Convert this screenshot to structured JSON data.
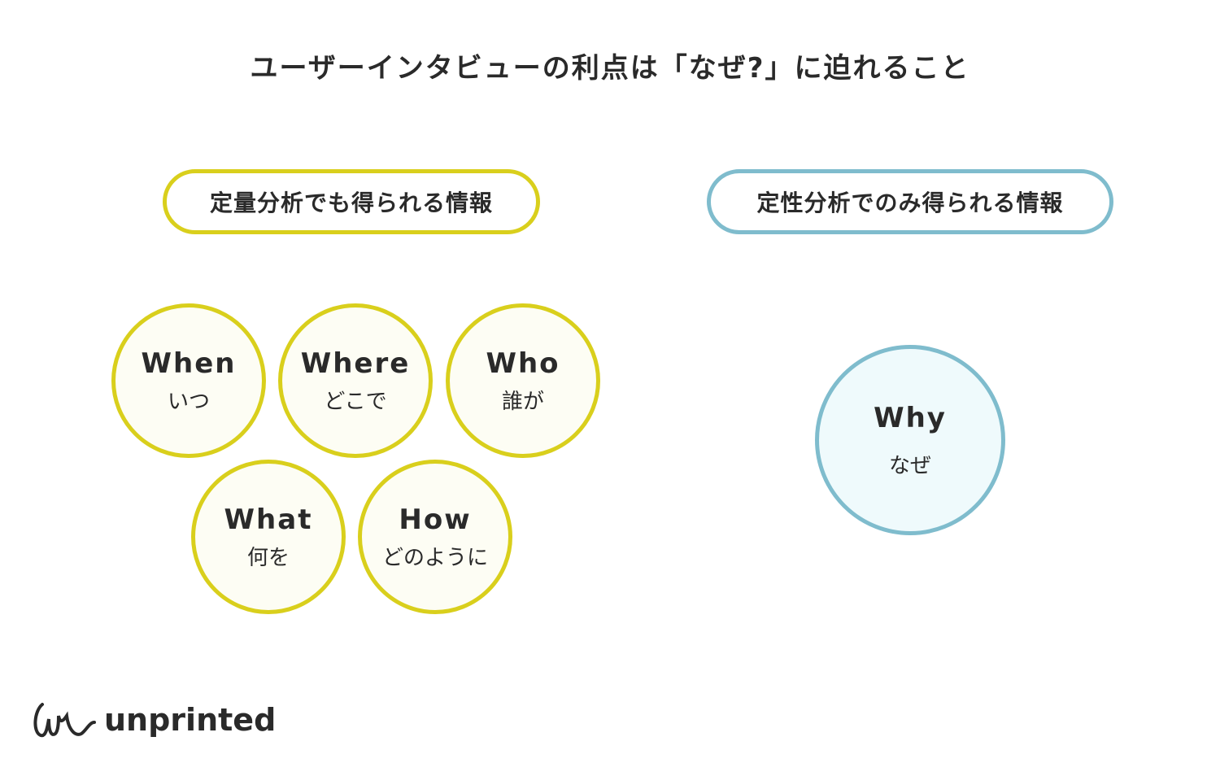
{
  "title": "ユーザーインタビューの利点は「なぜ?」に迫れること",
  "left": {
    "label": "定量分析でも得られる情報",
    "items": [
      {
        "en": "When",
        "jp": "いつ"
      },
      {
        "en": "Where",
        "jp": "どこで"
      },
      {
        "en": "Who",
        "jp": "誰が"
      },
      {
        "en": "What",
        "jp": "何を"
      },
      {
        "en": "How",
        "jp": "どのように"
      }
    ]
  },
  "right": {
    "label": "定性分析でのみ得られる情報",
    "items": [
      {
        "en": "Why",
        "jp": "なぜ"
      }
    ]
  },
  "logo": {
    "text": "unprinted"
  },
  "colors": {
    "yellow": "#d9cf1c",
    "blue": "#7fbccd"
  }
}
